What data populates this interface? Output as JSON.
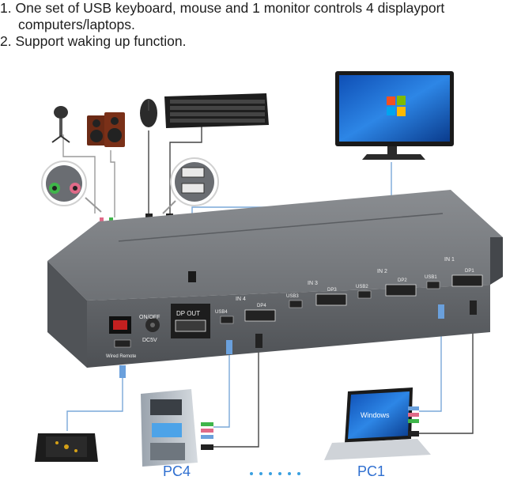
{
  "features": [
    {
      "number": "1.",
      "text_line1": "One set of USB keyboard, mouse and 1 monitor controls 4 displayport",
      "text_line2": "computers/laptops."
    },
    {
      "number": "2.",
      "text_line1": "Support waking up function."
    }
  ],
  "device": {
    "power_label": "ON/OFF",
    "dc_label": "DC5V",
    "wired_remote_label": "Wired Remote",
    "dp_out_label": "DP OUT",
    "ports": [
      {
        "in_label": "IN 4",
        "usb_label": "USB4",
        "dp_label": "DP4"
      },
      {
        "in_label": "IN 3",
        "usb_label": "USB3",
        "dp_label": "DP3"
      },
      {
        "in_label": "IN 2",
        "usb_label": "USB2",
        "dp_label": "DP2"
      },
      {
        "in_label": "IN 1",
        "usb_label": "USB1",
        "dp_label": "DP1"
      }
    ]
  },
  "pc_labels": {
    "left": "PC4",
    "right": "PC1"
  },
  "laptop_screen_text": "Windows",
  "colors": {
    "device_body": "#6f7276",
    "device_front": "#5c5f63",
    "monitor_screen": "#1f6fd6",
    "label_blue": "#2f6fd0",
    "dots": "#3aa0e0"
  }
}
